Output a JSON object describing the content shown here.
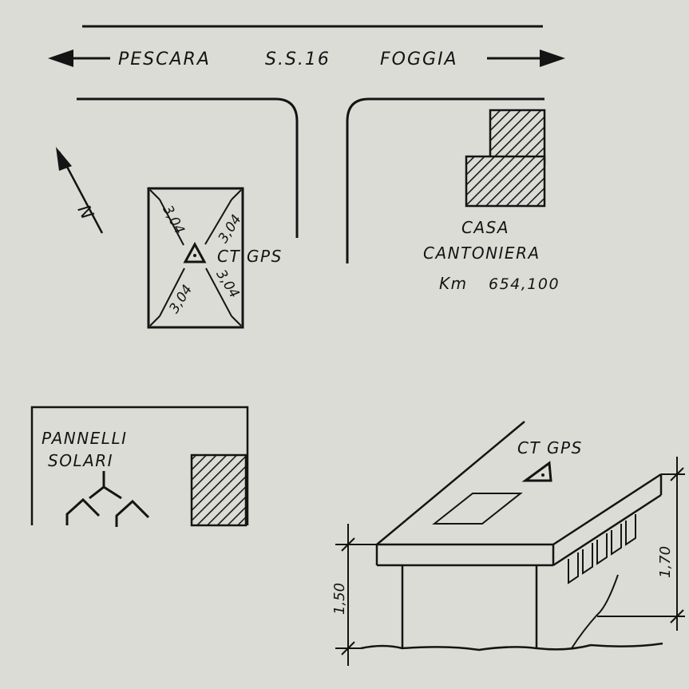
{
  "road": {
    "left_city": "PESCARA",
    "route": "S.S.16",
    "right_city": "FOGGIA"
  },
  "north_symbol": "N",
  "site": {
    "station_label": "CT GPS",
    "distances": [
      "3,04",
      "3,04",
      "3,04",
      "3,04"
    ]
  },
  "building": {
    "name_line1": "CASA",
    "name_line2": "CANTONIERA",
    "km_prefix": "Km",
    "km_value": "654,100"
  },
  "roof_plan": {
    "label_line1": "PANNELLI",
    "label_line2": "SOLARI"
  },
  "elevation": {
    "station_label": "CT GPS",
    "height_left": "1,50",
    "height_right": "1,70"
  }
}
